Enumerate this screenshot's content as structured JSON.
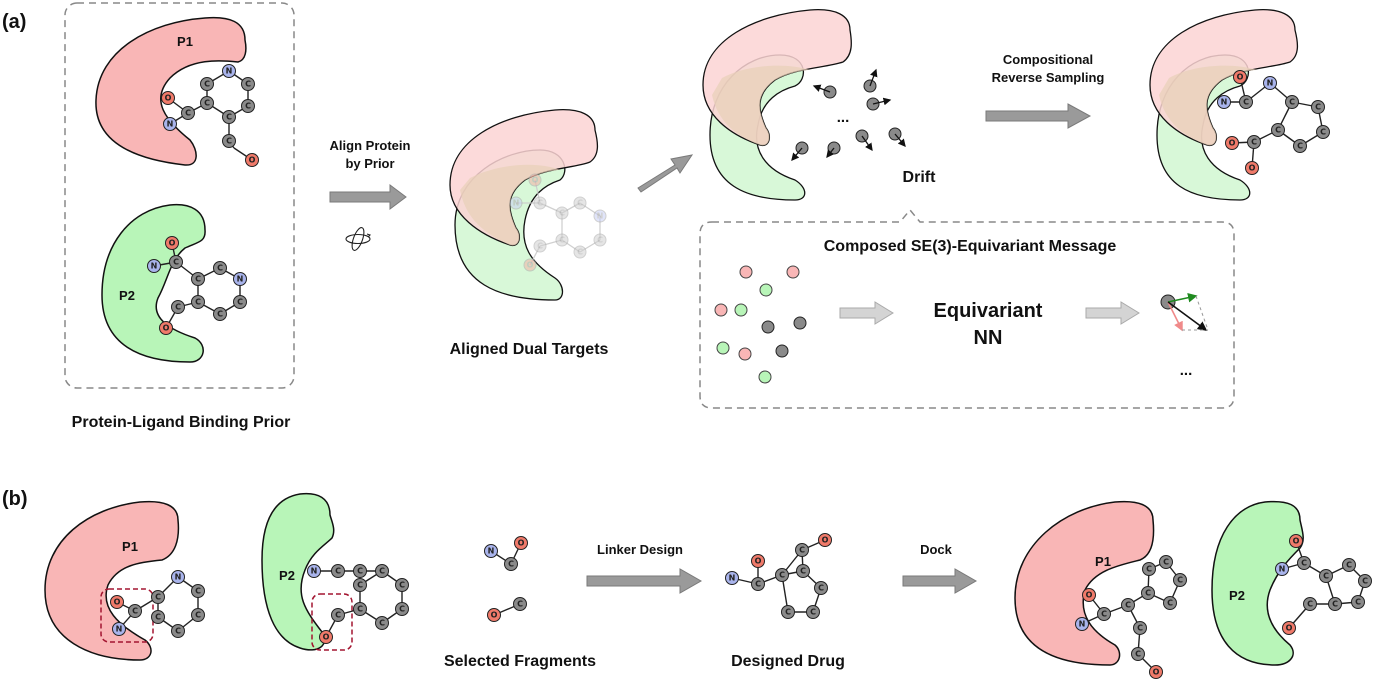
{
  "panel_a_label": "(a)",
  "panel_b_label": "(b)",
  "proteins": {
    "p1": "P1",
    "p2": "P2"
  },
  "atoms": {
    "c": "C",
    "n": "N",
    "o": "O"
  },
  "labels": {
    "binding_prior": "Protein-Ligand Binding Prior",
    "align_protein_line1": "Align Protein",
    "align_protein_line2": "by Prior",
    "aligned_dual_targets": "Aligned Dual Targets",
    "drift": "Drift",
    "ellipsis": "...",
    "compositional_line1": "Compositional",
    "compositional_line2": "Reverse Sampling",
    "composed_message": "Composed SE(3)-Equivariant Message",
    "equivariant_line1": "Equivariant",
    "equivariant_line2": "NN",
    "linker_design": "Linker Design",
    "dock": "Dock",
    "selected_fragments": "Selected Fragments",
    "designed_drug": "Designed Drug"
  },
  "colors": {
    "p1_fill": "#f9b6b6",
    "p2_fill": "#b8f5b8",
    "carbon": "#8a8a8a",
    "nitrogen": "#a9b4ec",
    "oxygen": "#f07a6a",
    "accent_red": "#a31530",
    "arrow_gray": "#9a9a9a"
  }
}
